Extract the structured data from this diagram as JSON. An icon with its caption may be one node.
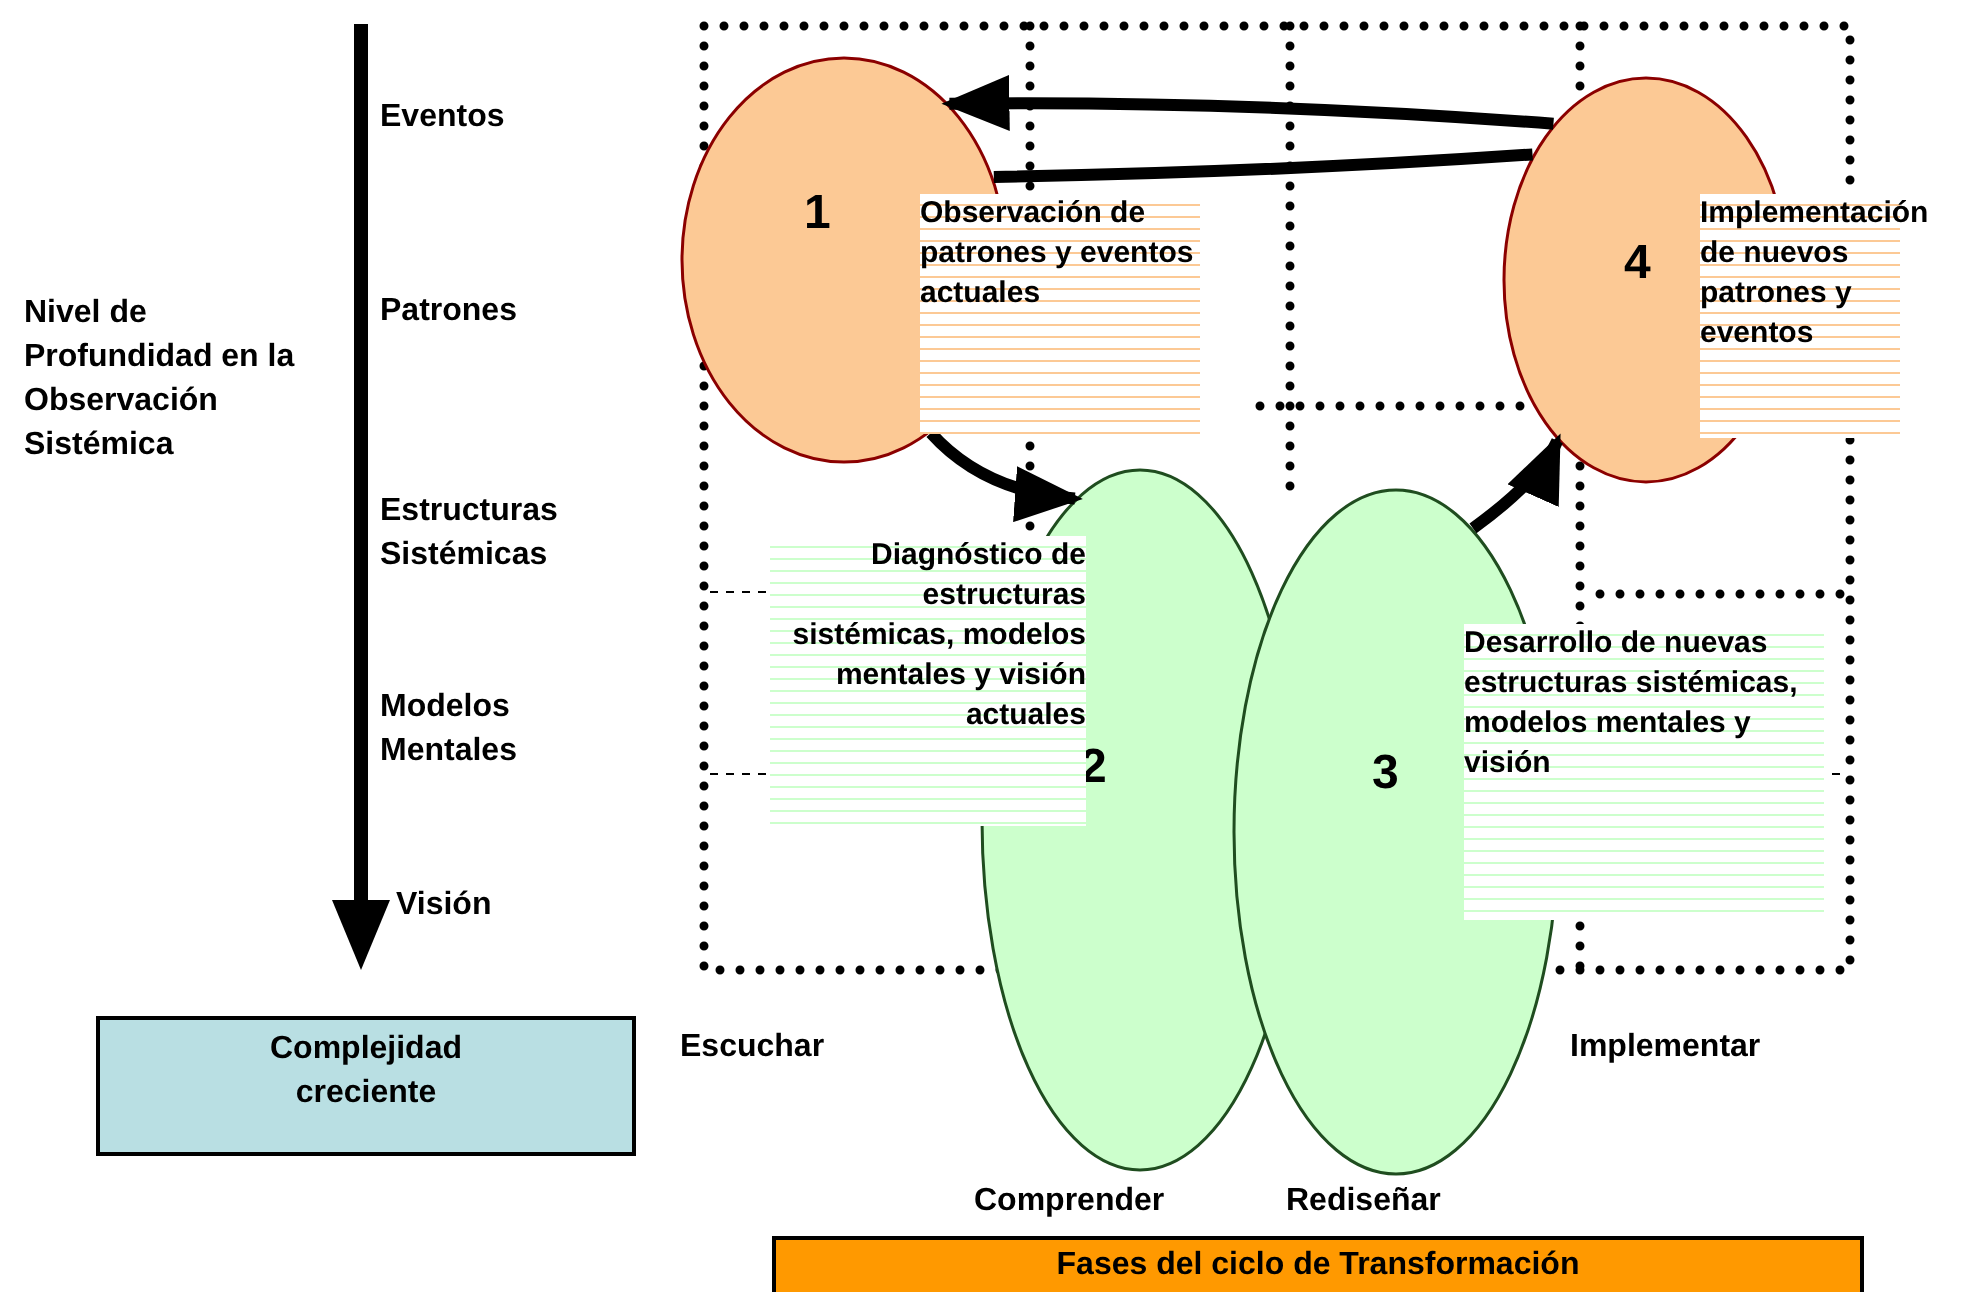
{
  "diagram": {
    "nodes": [
      {
        "text": [
          "1"
        ],
        "beside": [
          "Observación de patrones y eventos actuales"
        ]
      },
      {
        "text": [
          "2"
        ],
        "beside": [
          "Diagnóstico de estructuras sistémicas, modelos mentales y visión actuales"
        ]
      },
      {
        "text": [
          "3"
        ],
        "beside": [
          "Desarrollo de nuevas estructuras sistémicas, modelos mentales y visión"
        ]
      },
      {
        "text": [
          "4"
        ],
        "beside": [
          "Implementación de nuevos patrones y eventos"
        ]
      },
      {
        "text": [
          "Complejidad creciente"
        ]
      },
      {
        "text": [
          "Fases del ciclo de Transformación"
        ]
      }
    ],
    "edges": [
      {
        "from": 3,
        "to": 0,
        "arrow": "to"
      },
      {
        "from": 0,
        "to": 3,
        "arrow": "none"
      },
      {
        "from": 0,
        "to": 1,
        "arrow": "to"
      },
      {
        "from": 2,
        "to": 3,
        "arrow": "to"
      }
    ],
    "labels": [
      "Eventos",
      "Nivel de Profundidad en la Observación Sistémica",
      "Patrones",
      "Estructuras Sistémicas",
      "Modelos Mentales",
      "Visión",
      "Escuchar",
      "Implementar",
      "Comprender",
      "Rediseñar"
    ]
  }
}
